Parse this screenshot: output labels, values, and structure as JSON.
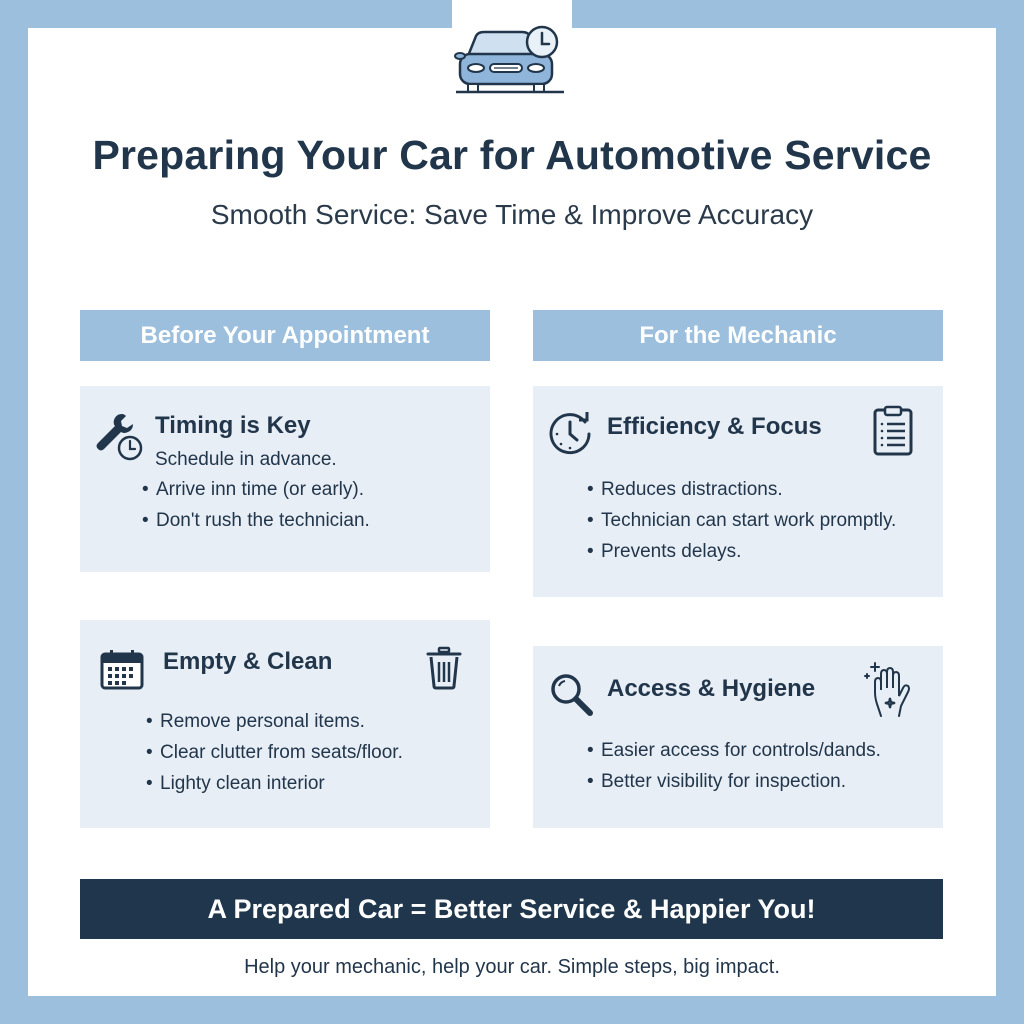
{
  "header": {
    "title": "Preparing Your Car for Automotive Service",
    "subtitle": "Smooth Service: Save Time & Improve Accuracy",
    "hero_icon": "car-clock-icon"
  },
  "columns": [
    {
      "heading": "Before Your Appointment",
      "cards": [
        {
          "title": "Timing is Key",
          "lead": "Schedule in advance.",
          "icon": "wrench-clock-icon",
          "bullets": [
            "Arrive inn time (or early).",
            "Don't rush the technician."
          ]
        },
        {
          "title": "Empty & Clean",
          "icon": "calendar-icon",
          "secondary_icon": "trash-icon",
          "bullets": [
            "Remove personal items.",
            "Clear clutter from seats/floor.",
            "Lighty clean interior"
          ]
        }
      ]
    },
    {
      "heading": "For the Mechanic",
      "cards": [
        {
          "title": "Efficiency & Focus",
          "icon": "clock-refresh-icon",
          "secondary_icon": "clipboard-icon",
          "bullets": [
            "Reduces distractions.",
            "Technician can start work promptly.",
            "Prevents delays."
          ]
        },
        {
          "title": "Access & Hygiene",
          "icon": "magnifier-icon",
          "secondary_icon": "clean-hand-icon",
          "bullets": [
            "Easier access for controls/dands.",
            "Better visibility for inspection."
          ]
        }
      ]
    }
  ],
  "banner": {
    "text": "A Prepared Car = Better Service & Happier You!"
  },
  "footer": {
    "text": "Help your mechanic, help your car. Simple steps, big impact."
  },
  "colors": {
    "frame_blue": "#9bbfdd",
    "card_bg": "#e8eef6",
    "navy": "#1f364d",
    "text": "#22364b"
  }
}
